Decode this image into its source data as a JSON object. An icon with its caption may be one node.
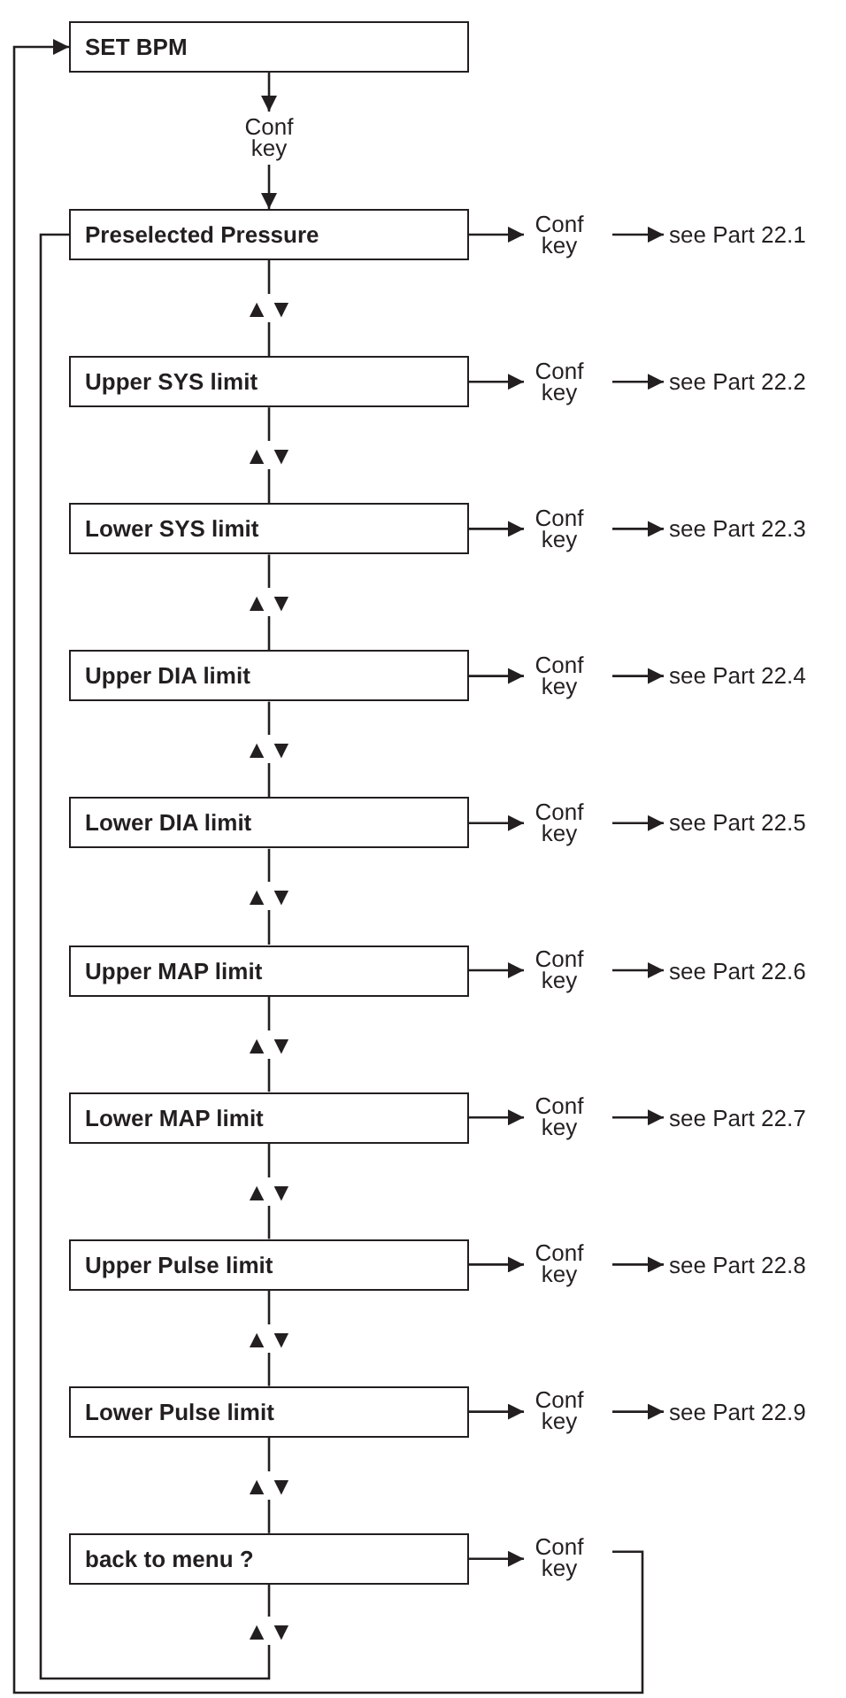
{
  "diagram": {
    "nodes": [
      {
        "text": [
          "SET BPM"
        ]
      },
      {
        "text": [
          "Conf key"
        ]
      },
      {
        "text": [
          "Preselected Pressure"
        ]
      },
      {
        "text": [
          "Conf key"
        ]
      },
      {
        "text": [
          "see Part 22.1"
        ]
      },
      {
        "text": [
          "Upper SYS limit"
        ]
      },
      {
        "text": [
          "Conf key"
        ]
      },
      {
        "text": [
          "see Part 22.2"
        ]
      },
      {
        "text": [
          "Lower SYS limit"
        ]
      },
      {
        "text": [
          "Conf key"
        ]
      },
      {
        "text": [
          "see Part 22.3"
        ]
      },
      {
        "text": [
          "Upper DIA limit"
        ]
      },
      {
        "text": [
          "Conf key"
        ]
      },
      {
        "text": [
          "see Part 22.4"
        ]
      },
      {
        "text": [
          "Lower DIA limit"
        ]
      },
      {
        "text": [
          "Conf key"
        ]
      },
      {
        "text": [
          "see Part 22.5"
        ]
      },
      {
        "text": [
          "Upper MAP limit"
        ]
      },
      {
        "text": [
          "Conf key"
        ]
      },
      {
        "text": [
          "see Part 22.6"
        ]
      },
      {
        "text": [
          "Lower MAP limit"
        ]
      },
      {
        "text": [
          "Conf key"
        ]
      },
      {
        "text": [
          "see Part 22.7"
        ]
      },
      {
        "text": [
          "Upper Pulse limit"
        ]
      },
      {
        "text": [
          "Conf key"
        ]
      },
      {
        "text": [
          "see Part 22.8"
        ]
      },
      {
        "text": [
          "Lower Pulse limit"
        ]
      },
      {
        "text": [
          "Conf key"
        ]
      },
      {
        "text": [
          "see Part 22.9"
        ]
      },
      {
        "text": [
          "back to menu ?"
        ]
      },
      {
        "text": [
          "Conf key"
        ]
      }
    ],
    "edges": [
      {
        "from": 0,
        "to": 1,
        "arrow": "to"
      },
      {
        "from": 1,
        "to": 2,
        "arrow": "to"
      },
      {
        "from": 2,
        "to": 3,
        "arrow": "to"
      },
      {
        "from": 3,
        "to": 4,
        "arrow": "to"
      },
      {
        "from": 5,
        "to": 6,
        "arrow": "to"
      },
      {
        "from": 6,
        "to": 7,
        "arrow": "to"
      },
      {
        "from": 8,
        "to": 9,
        "arrow": "to"
      },
      {
        "from": 9,
        "to": 10,
        "arrow": "to"
      },
      {
        "from": 11,
        "to": 12,
        "arrow": "to"
      },
      {
        "from": 12,
        "to": 13,
        "arrow": "to"
      },
      {
        "from": 14,
        "to": 15,
        "arrow": "to"
      },
      {
        "from": 15,
        "to": 16,
        "arrow": "to"
      },
      {
        "from": 17,
        "to": 18,
        "arrow": "to"
      },
      {
        "from": 18,
        "to": 19,
        "arrow": "to"
      },
      {
        "from": 20,
        "to": 21,
        "arrow": "to"
      },
      {
        "from": 21,
        "to": 22,
        "arrow": "to"
      },
      {
        "from": 23,
        "to": 24,
        "arrow": "to"
      },
      {
        "from": 24,
        "to": 25,
        "arrow": "to"
      },
      {
        "from": 26,
        "to": 27,
        "arrow": "to"
      },
      {
        "from": 27,
        "to": 28,
        "arrow": "to"
      },
      {
        "from": 29,
        "to": 30,
        "arrow": "to"
      },
      {
        "from": 2,
        "to": 5,
        "arrow": "none",
        "label": "▲▼"
      },
      {
        "from": 5,
        "to": 8,
        "arrow": "none",
        "label": "▲▼"
      },
      {
        "from": 8,
        "to": 11,
        "arrow": "none",
        "label": "▲▼"
      },
      {
        "from": 11,
        "to": 14,
        "arrow": "none",
        "label": "▲▼"
      },
      {
        "from": 14,
        "to": 17,
        "arrow": "none",
        "label": "▲▼"
      },
      {
        "from": 17,
        "to": 20,
        "arrow": "none",
        "label": "▲▼"
      },
      {
        "from": 20,
        "to": 23,
        "arrow": "none",
        "label": "▲▼"
      },
      {
        "from": 23,
        "to": 26,
        "arrow": "none",
        "label": "▲▼"
      },
      {
        "from": 26,
        "to": 29,
        "arrow": "none",
        "label": "▲▼"
      },
      {
        "from": 29,
        "to": 2,
        "arrow": "none",
        "label": "▲▼"
      },
      {
        "from": 30,
        "to": 0,
        "arrow": "to"
      }
    ]
  }
}
